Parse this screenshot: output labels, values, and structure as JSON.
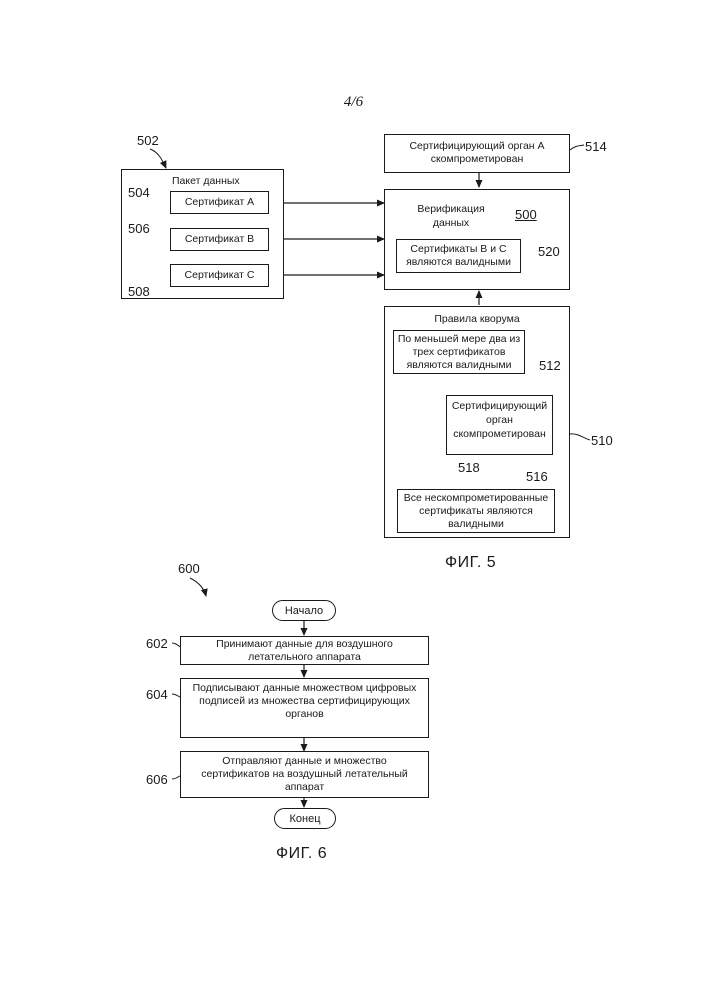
{
  "page_number": "4/6",
  "fig5": {
    "caption": "ФИГ. 5",
    "packet": {
      "ref": "502",
      "title": "Пакет данных",
      "certificates": [
        {
          "ref": "504",
          "label": "Сертификат A"
        },
        {
          "ref": "506",
          "label": "Сертификат B"
        },
        {
          "ref": "508",
          "label": "Сертификат C"
        }
      ]
    },
    "authority_compromised": {
      "ref": "514",
      "line1": "Сертифицирующий орган A",
      "line2": "скомпрометирован"
    },
    "verification": {
      "ref": "500",
      "line1": "Верификация",
      "line2": "данных",
      "result": {
        "ref": "520",
        "line1": "Сертификаты B и C",
        "line2": "являются валидными"
      }
    },
    "quorum": {
      "ref": "510",
      "title": "Правила кворума",
      "rule_two": {
        "ref": "512",
        "line1": "По меньшей мере два из",
        "line2": "трех сертификатов",
        "line3": "являются валидными"
      },
      "rule_compromised": {
        "ref": "516",
        "line1": "Сертифицирующий",
        "line2": "орган",
        "line3": "скомпрометирован"
      },
      "rule_all": {
        "ref": "518",
        "line1": "Все нескомпрометированные",
        "line2": "сертификаты являются",
        "line3": "валидными"
      }
    }
  },
  "fig6": {
    "ref": "600",
    "caption": "ФИГ. 6",
    "start": "Начало",
    "end": "Конец",
    "steps": [
      {
        "ref": "602",
        "line1": "Принимают данные для воздушного",
        "line2": "летательного аппарата"
      },
      {
        "ref": "604",
        "line1": "Подписывают данные множеством цифровых",
        "line2": "подписей из множества сертифицирующих",
        "line3": "органов"
      },
      {
        "ref": "606",
        "line1": "Отправляют данные и множество",
        "line2": "сертификатов на воздушный летательный",
        "line3": "аппарат"
      }
    ]
  }
}
